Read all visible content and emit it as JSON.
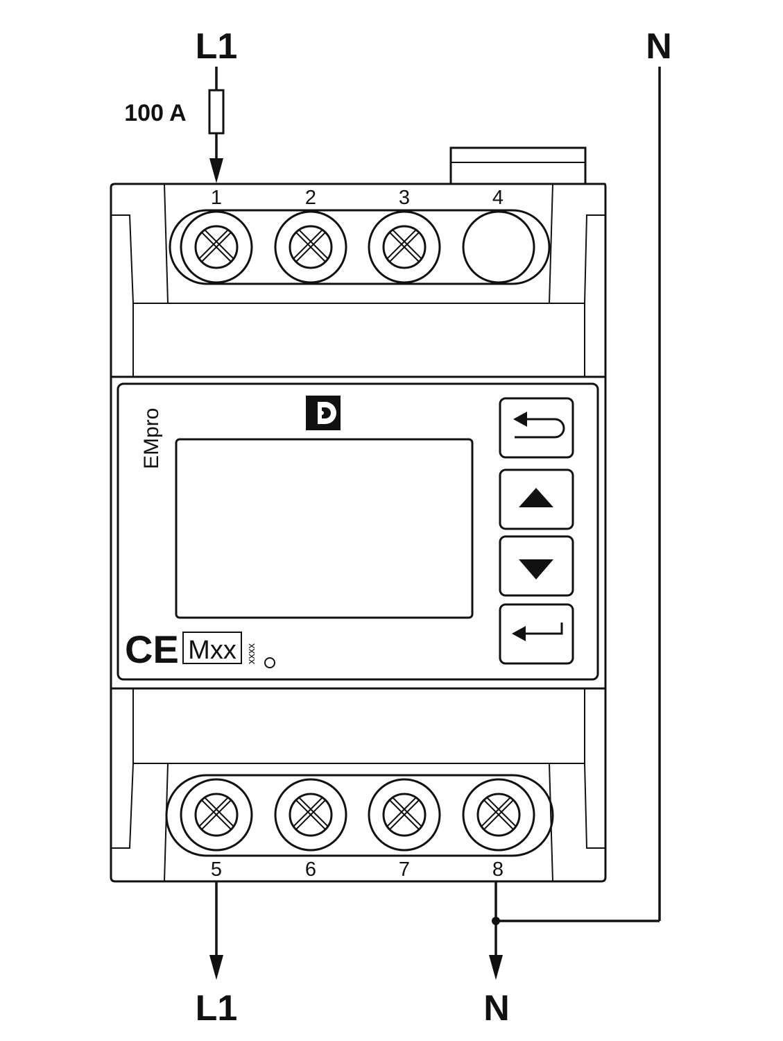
{
  "labels": {
    "l1_top": "L1",
    "n_top": "N",
    "fuse_rating": "100 A",
    "l1_bottom": "L1",
    "n_bottom": "N"
  },
  "device": {
    "brand": "EMpro",
    "ce_mark": "CE",
    "metrology_mark": "Mxx",
    "metrology_year": "xxxx"
  },
  "terminals": {
    "top": [
      "1",
      "2",
      "3",
      "4"
    ],
    "bottom": [
      "5",
      "6",
      "7",
      "8"
    ]
  },
  "buttons": [
    "back-icon",
    "arrow-up-icon",
    "arrow-down-icon",
    "enter-icon"
  ],
  "colors": {
    "line": "#111111",
    "background": "#ffffff"
  }
}
